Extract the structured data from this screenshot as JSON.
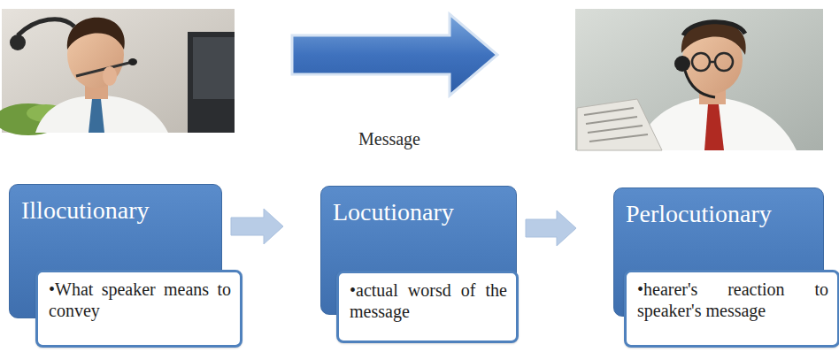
{
  "diagram": {
    "nodes": [
      {
        "text": [
          "Illocutionary"
        ]
      },
      {
        "text": [
          "•What speaker means to convey"
        ]
      },
      {
        "text": [
          "Locutionary"
        ]
      },
      {
        "text": [
          "•actual worsd of the message"
        ]
      },
      {
        "text": [
          "Perlocutionary"
        ]
      },
      {
        "text": [
          "•hearer's reaction to speaker's message"
        ]
      }
    ],
    "edges": [
      {
        "from": 0,
        "to": 2,
        "arrow": "to"
      },
      {
        "from": 2,
        "to": 4,
        "arrow": "to"
      }
    ],
    "labels": [
      "Message"
    ]
  }
}
